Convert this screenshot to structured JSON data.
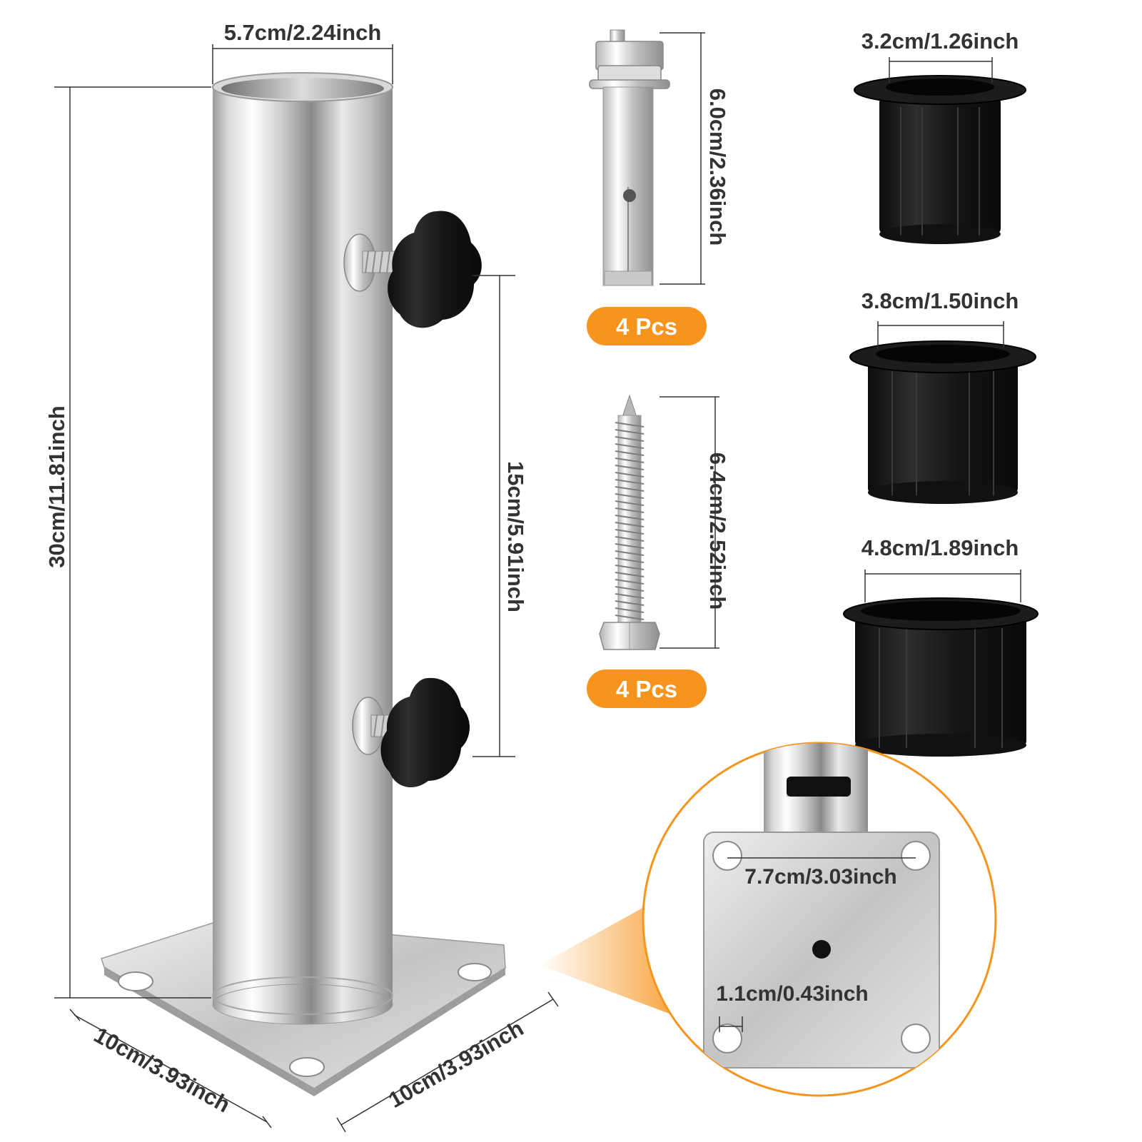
{
  "product": {
    "tube": {
      "diameter_label": "5.7cm/2.24inch",
      "height_label": "30cm/11.81inch",
      "knob_spacing_label": "15cm/5.91inch",
      "base_width_label": "10cm/3.93inch",
      "base_depth_label": "10cm/3.93inch"
    },
    "expansion_bolt": {
      "length_label": "6.0cm/2.36inch",
      "quantity_label": "4 Pcs"
    },
    "screw": {
      "length_label": "6.4cm/2.52inch",
      "quantity_label": "4 Pcs"
    },
    "adapters": [
      {
        "label": "3.2cm/1.26inch"
      },
      {
        "label": "3.8cm/1.50inch"
      },
      {
        "label": "4.8cm/1.89inch"
      }
    ],
    "base_plate_detail": {
      "hole_spacing_label": "7.7cm/3.03inch",
      "hole_diameter_label": "1.1cm/0.43inch"
    }
  },
  "colors": {
    "accent_orange": "#f7941d",
    "steel_light": "#f2f2f2",
    "steel_mid": "#c8c8c8",
    "steel_dark": "#8e8e8e",
    "plastic_black": "#1a1a1a",
    "text": "#333333"
  }
}
